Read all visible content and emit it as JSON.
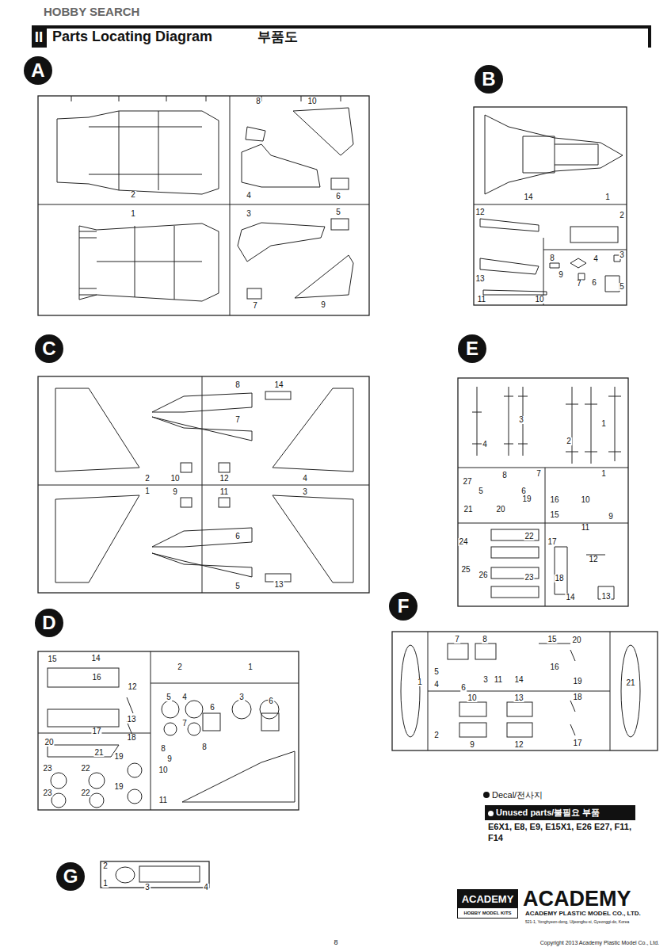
{
  "diagram": {
    "title": "Parts Locating Diagram",
    "nodes": [
      {
        "text": [
          "A"
        ]
      },
      {
        "text": [
          "B"
        ]
      },
      {
        "text": [
          "C"
        ]
      },
      {
        "text": [
          "D"
        ]
      },
      {
        "text": [
          "E"
        ]
      },
      {
        "text": [
          "F"
        ]
      },
      {
        "text": [
          "G"
        ]
      },
      {
        "text": [
          "Unused parts/불필요 부품",
          "E6X1, E8, E9, E15X1, E26 E27, F11, F14"
        ]
      },
      {
        "text": [
          "ACADEMY",
          "HOBBY MODEL KITS"
        ]
      }
    ],
    "labels": [
      "HOBBY SEARCH",
      "II",
      "부품도",
      "2",
      "1",
      "8",
      "10",
      "4",
      "6",
      "5",
      "3",
      "7",
      "9",
      "14",
      "1",
      "12",
      "2",
      "13",
      "8",
      "9",
      "4",
      "3",
      "7",
      "6",
      "5",
      "11",
      "10",
      "8",
      "14",
      "7",
      "2",
      "10",
      "12",
      "4",
      "1",
      "9",
      "11",
      "3",
      "6",
      "5",
      "13",
      "15",
      "14",
      "2",
      "1",
      "16",
      "12",
      "5",
      "4",
      "3",
      "6",
      "6",
      "17",
      "13",
      "7",
      "20",
      "18",
      "21",
      "8",
      "9",
      "8",
      "19",
      "10",
      "23",
      "22",
      "23",
      "22",
      "19",
      "11",
      "4",
      "3",
      "2",
      "1",
      "1",
      "27",
      "8",
      "7",
      "5",
      "6",
      "21",
      "20",
      "19",
      "16",
      "10",
      "15",
      "9",
      "11",
      "24",
      "22",
      "17",
      "18",
      "25",
      "26",
      "23",
      "14",
      "12",
      "13",
      "7",
      "8",
      "15",
      "20",
      "1",
      "5",
      "4",
      "6",
      "3",
      "11",
      "14",
      "16",
      "19",
      "21",
      "10",
      "13",
      "18",
      "2",
      "9",
      "12",
      "17",
      "2",
      "3",
      "4",
      "1",
      "Decal/전사지",
      "ACADEMY",
      "ACADEMY PLASTIC MODEL CO., LTD.",
      "521-1, Yonghyeon-dong, Uijeongbu-si, Gyeonggi-do, Korea",
      "Copyright 2013 Academy Plastic Model Co., Ltd.",
      "8"
    ]
  }
}
